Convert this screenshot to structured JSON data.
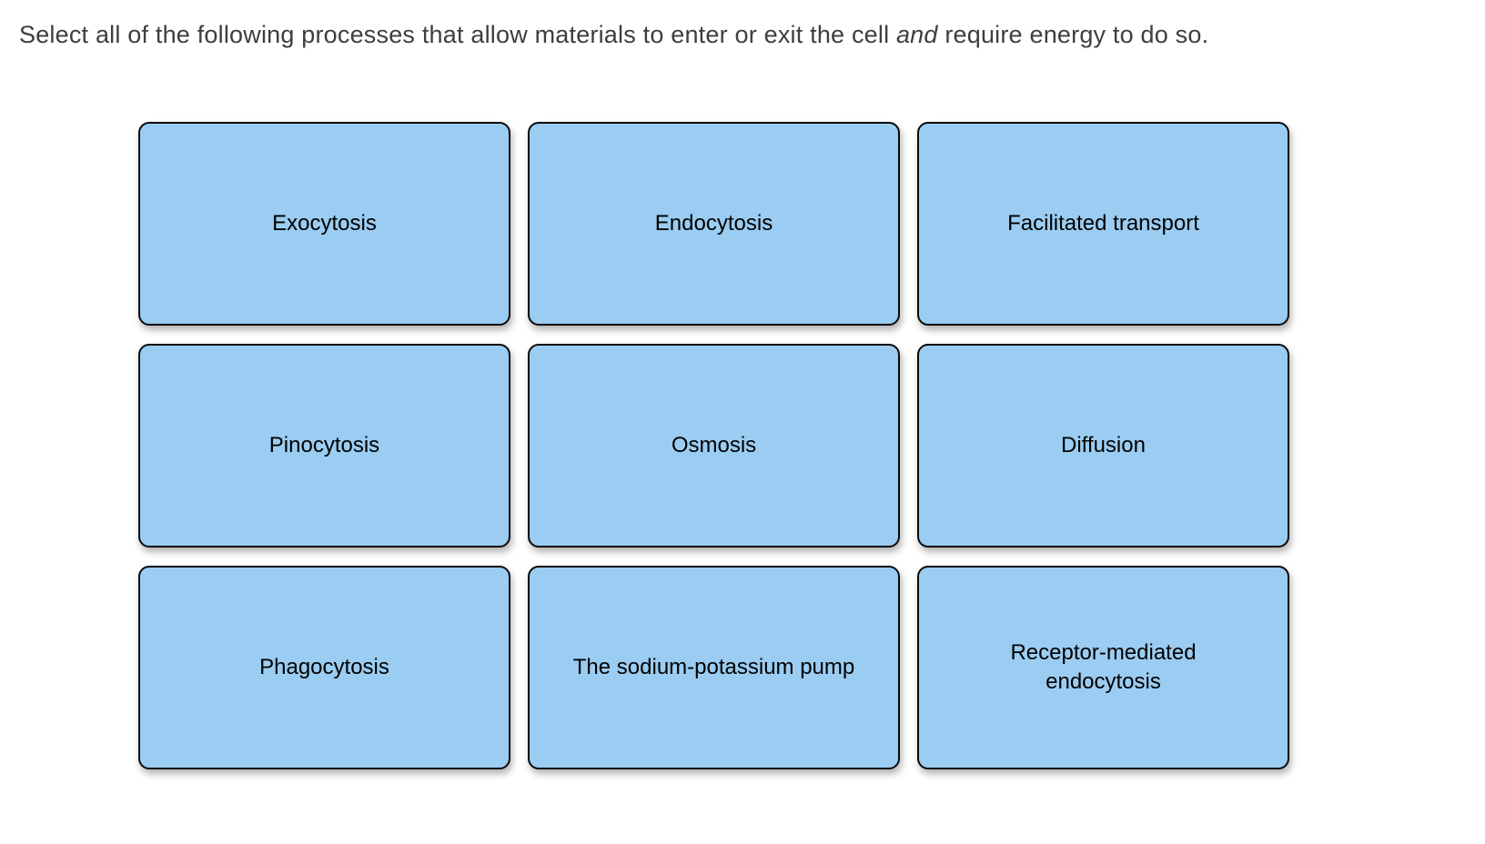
{
  "question": {
    "prefix": "Select all of the following processes that allow materials to enter or exit the cell ",
    "emphasis": "and",
    "suffix": " require energy to do so."
  },
  "options": [
    {
      "label": "Exocytosis"
    },
    {
      "label": "Endocytosis"
    },
    {
      "label": "Facilitated transport"
    },
    {
      "label": "Pinocytosis"
    },
    {
      "label": "Osmosis"
    },
    {
      "label": "Diffusion"
    },
    {
      "label": "Phagocytosis"
    },
    {
      "label": "The sodium-potassium pump"
    },
    {
      "label": "Receptor-mediated endocytosis"
    }
  ],
  "colors": {
    "page_bg": "#ffffff",
    "question_text": "#3e3e3e",
    "tile_bg": "#9bccf1",
    "tile_border": "#0a0a0a",
    "tile_text": "#000000"
  }
}
